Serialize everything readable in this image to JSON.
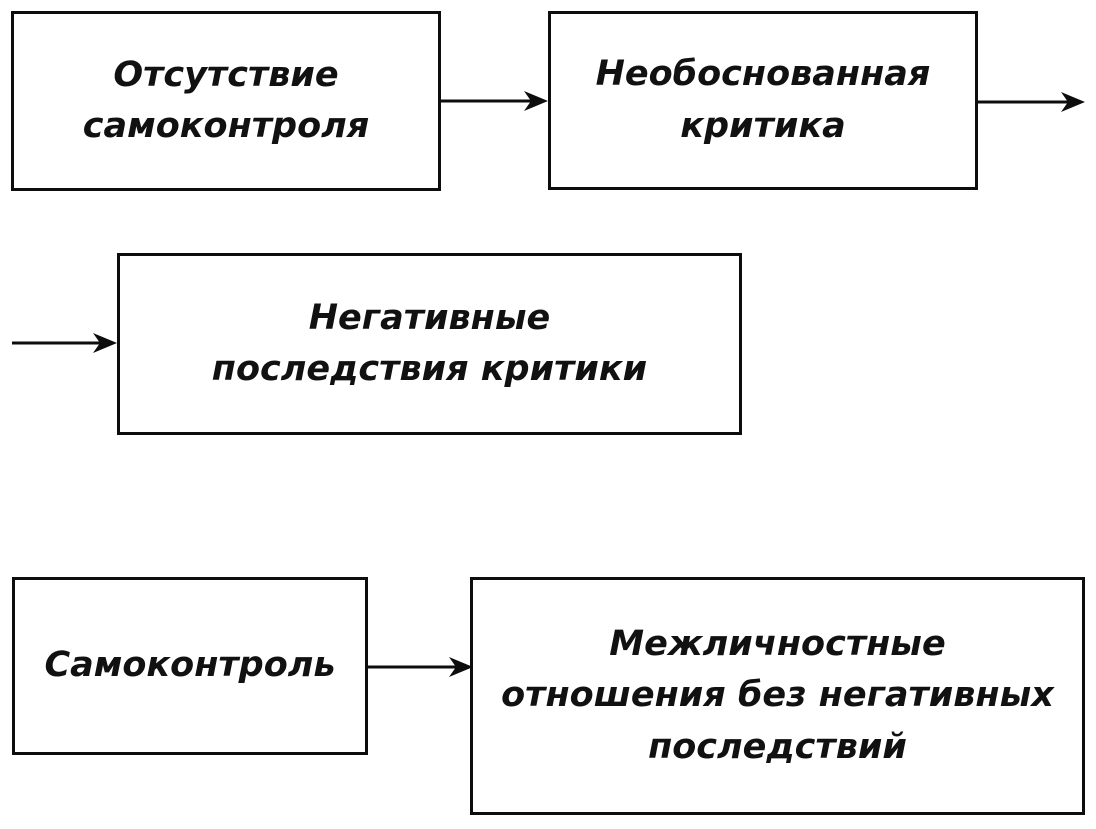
{
  "diagram": {
    "type": "flowchart",
    "background_color": "#ffffff",
    "ink_color": "#0d0d0d",
    "nodes": [
      {
        "id": "absence-of-self-control",
        "text": "Отсутствие\nсамоконтроля"
      },
      {
        "id": "unjustified-criticism",
        "text": "Необоснованная\nкритика"
      },
      {
        "id": "negative-consequences-of-criticism",
        "text": "Негативные\nпоследствия критики"
      },
      {
        "id": "self-control",
        "text": "Самоконтроль"
      },
      {
        "id": "interpersonal-relations-without-negative-consequences",
        "text": "Межличностные\nотношения без негативных\nпоследствий"
      }
    ],
    "edges": [
      {
        "from": "absence-of-self-control",
        "to": "unjustified-criticism",
        "direction": "right"
      },
      {
        "from": "unjustified-criticism",
        "to": "offscreen-right-edge",
        "direction": "right"
      },
      {
        "from": "offscreen-left-edge",
        "to": "negative-consequences-of-criticism",
        "direction": "right"
      },
      {
        "from": "self-control",
        "to": "interpersonal-relations-without-negative-consequences",
        "direction": "right"
      }
    ]
  }
}
